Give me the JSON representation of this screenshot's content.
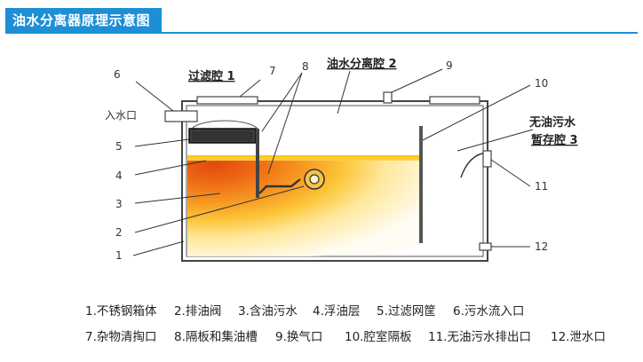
{
  "title": "油水分离器原理示意图",
  "labels": {
    "chamber1": "过滤腔 1",
    "chamber2": "油水分离腔 2",
    "chamber3_line1": "无油污水",
    "chamber3_line2": "暂存腔 3",
    "inlet": "入水口"
  },
  "numbers": [
    "1",
    "2",
    "3",
    "4",
    "5",
    "6",
    "7",
    "8",
    "9",
    "10",
    "11",
    "12"
  ],
  "legend": {
    "row1": [
      "1.不锈钢箱体",
      "2.排油阀",
      "3.含油污水",
      "4.浮油层",
      "5.过滤网筐",
      "6.污水流入口"
    ],
    "row2": [
      "7.杂物清掏口",
      "8.隔板和集油槽",
      "9.换气口",
      "10.腔室隔板",
      "11.无油污水排出口",
      "12.泄水口"
    ]
  },
  "colors": {
    "title_bg": "#1d8fd6",
    "oil_dark": "#e8500f",
    "oil_light": "#ffcc33",
    "water_pale": "#fff4d6"
  }
}
